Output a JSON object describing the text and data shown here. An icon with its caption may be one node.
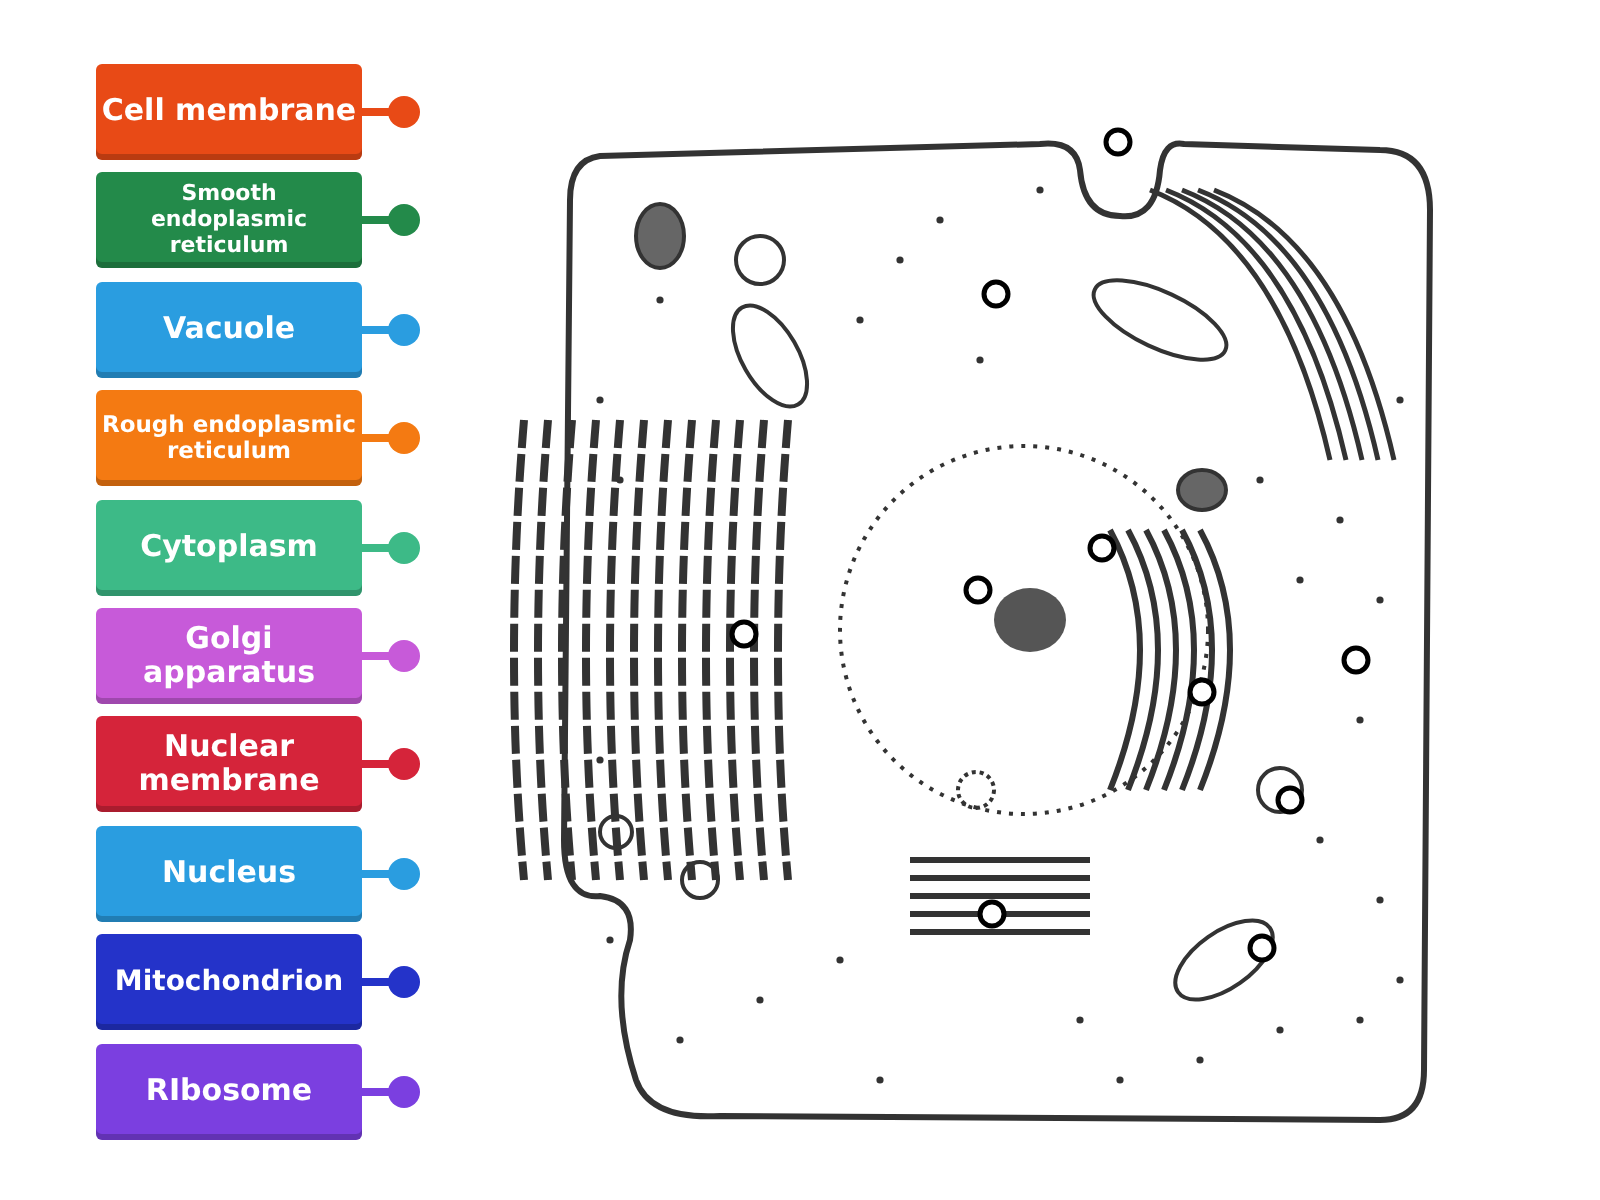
{
  "diagram": {
    "nodes": [
      {
        "text": [
          "Cell membrane"
        ]
      },
      {
        "text": [
          "Smooth endoplasmic reticulum"
        ]
      },
      {
        "text": [
          "Vacuole"
        ]
      },
      {
        "text": [
          "Rough endoplasmic reticulum"
        ]
      },
      {
        "text": [
          "Cytoplasm"
        ]
      },
      {
        "text": [
          "Golgi apparatus"
        ]
      },
      {
        "text": [
          "Nuclear membrane"
        ]
      },
      {
        "text": [
          "Nucleus"
        ]
      },
      {
        "text": [
          "Mitochondrion"
        ]
      },
      {
        "text": [
          "RIbosome"
        ]
      }
    ]
  }
}
